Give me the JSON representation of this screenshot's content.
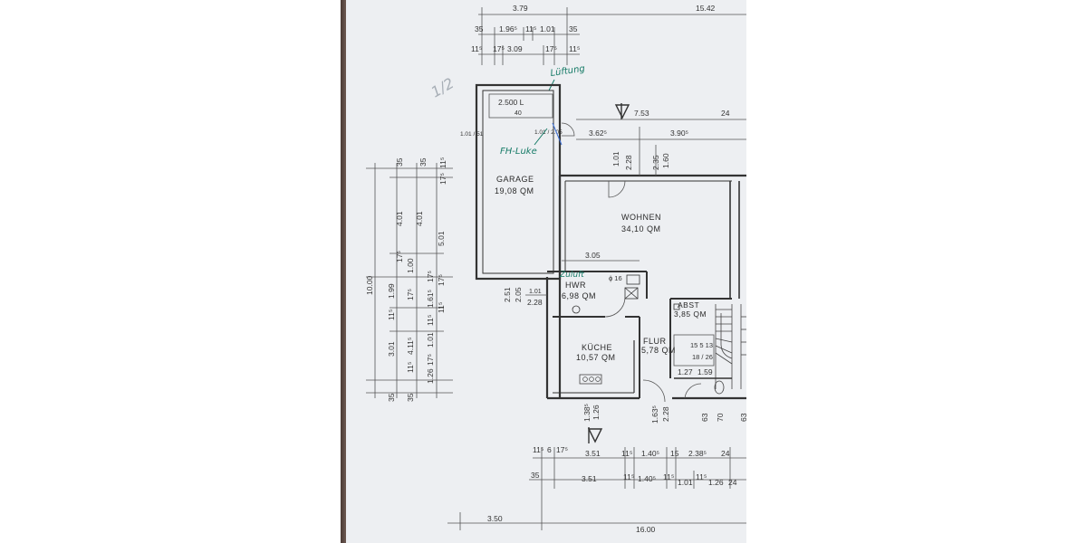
{
  "top_dims": {
    "row1": [
      "3.79",
      "15.42"
    ],
    "row2": [
      "35",
      "1.96⁵",
      "11⁵",
      "1.01",
      "35"
    ],
    "row3": [
      "11⁵",
      "17⁵",
      "3.09",
      "17⁵",
      "11⁵"
    ]
  },
  "notes": {
    "lueftung": "Lüftung",
    "fh_luke": "FH-Luke",
    "zuluft": "Zuluft",
    "pencil": "1/2"
  },
  "labels": {
    "tank": "2.500 L",
    "tank_sub": "40",
    "window_frac": "1.01 / 2.05",
    "side_frac": "1.01 / 51"
  },
  "rooms": {
    "garage": {
      "name": "GARAGE",
      "area": "19,08 QM"
    },
    "wohnen": {
      "name": "WOHNEN",
      "area": "34,10 QM"
    },
    "hwr": {
      "name": "HWR",
      "area": "6,98 QM"
    },
    "kueche": {
      "name": "KÜCHE",
      "area": "10,57 QM"
    },
    "flur": {
      "name": "FLUR",
      "area": "5,78 QM"
    },
    "abst": {
      "name": "ABST",
      "area": "3,85 QM"
    }
  },
  "inner_dims": {
    "d753": "7.53",
    "d24": "24",
    "d3625": "3.62⁵",
    "d3905": "3.90⁵",
    "d101a": "1.01",
    "d228a": "2.28",
    "d235": "2.35",
    "d160": "1.60",
    "d305": "3.05",
    "d16": "ϕ 16",
    "d251": "2.51",
    "d205": "2.05",
    "d101b": "1.01",
    "d228b": "2.28",
    "stair1": "15 5 13",
    "stair2": "18 / 26",
    "d127": "1.27",
    "d159": "1.59"
  },
  "left_dims": {
    "total": "10.00",
    "c1": [
      "1.99",
      "11⁵",
      "3.01",
      "35"
    ],
    "c2": [
      "35",
      "4.01",
      "17⁵",
      "1.00",
      "17⁵",
      "4.11⁵",
      "11⁵",
      "35"
    ],
    "c3": [
      "35",
      "4.01",
      "17⁵",
      "1.61⁵",
      "11⁵",
      "1.01",
      "17⁵",
      "1.26"
    ],
    "c4": [
      "11⁵",
      "17⁵",
      "5.01",
      "17⁵",
      "11⁵"
    ]
  },
  "bottom_inner": {
    "d1385": "1.38⁵",
    "d126": "1.26",
    "d1635": "1.63⁵",
    "d228": "2.28",
    "d63a": "63",
    "d70": "70",
    "d63b": "63"
  },
  "bottom_dims": {
    "row1": [
      "11⁵",
      "6",
      "17⁵",
      "3.51",
      "11⁵",
      "1.40⁵",
      "15",
      "2.38⁵",
      "24"
    ],
    "row2": [
      "35",
      "3.51",
      "11⁵",
      "1.40⁵",
      "11⁵",
      "1.01",
      "11⁵",
      "1.26",
      "24"
    ],
    "row3": [
      "3.50",
      "16.00"
    ]
  }
}
